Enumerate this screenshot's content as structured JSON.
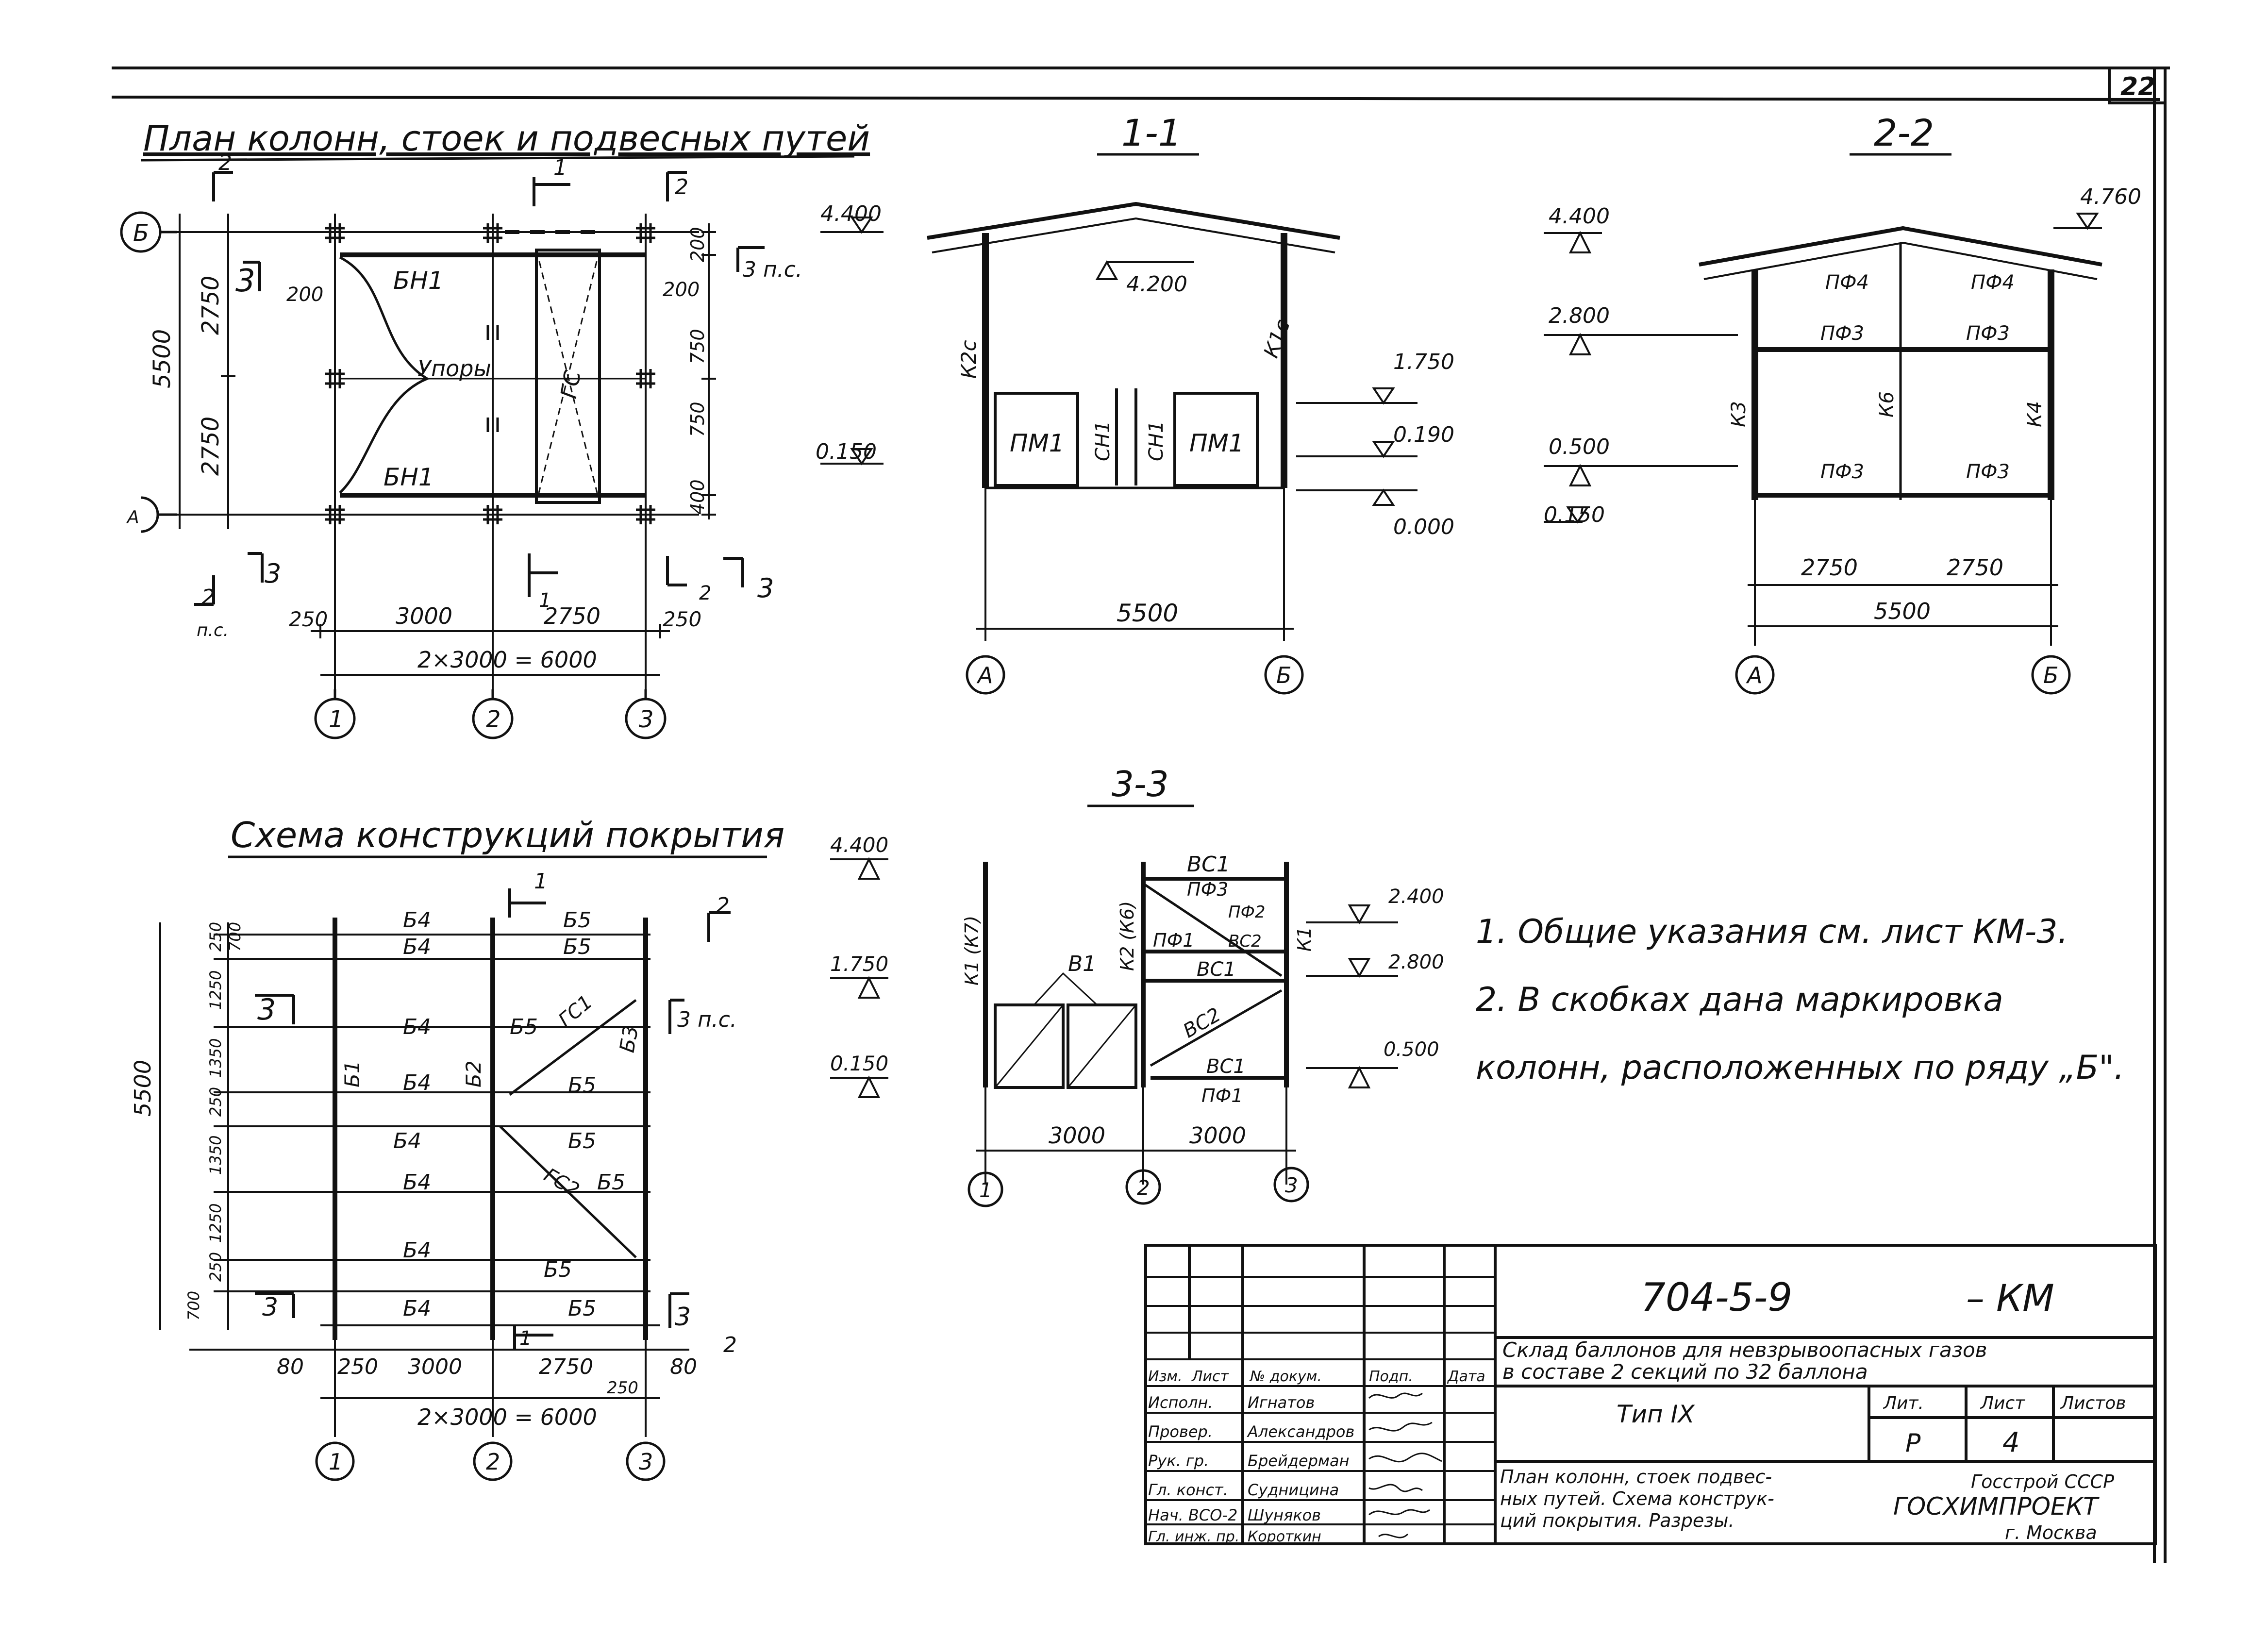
{
  "sheet": {
    "number": "22",
    "doc_code": "704-5-9",
    "doc_suffix": "– КМ",
    "project_line_1": "Склад баллонов для невзрывоопасных газов",
    "project_line_2": "в составе 2 секций по 32 баллона",
    "type": "Тип IX",
    "stage_label": "Лит.",
    "sheet_label": "Лист",
    "sheets_label": "Листов",
    "stage": "Р",
    "sheet_no": "4",
    "title_lines": [
      "План колонн, стоек подвес-",
      "ных путей. Схема конструк-",
      "ций покрытия. Разрезы."
    ],
    "org_line_1": "Госстрой СССР",
    "org_line_2": "ГОСХИМПРОЕКТ",
    "org_line_3": "г. Москва",
    "stamp_headers": [
      "Изм.",
      "Лист",
      "№ докум.",
      "Подп.",
      "Дата"
    ],
    "signatures": [
      {
        "role": "Исполн.",
        "name": "Игнатов"
      },
      {
        "role": "Провер.",
        "name": "Александров"
      },
      {
        "role": "Рук. гр.",
        "name": "Брейдерман"
      },
      {
        "role": "Гл. конст.",
        "name": "Судницина"
      },
      {
        "role": "Нач. ВСО-2",
        "name": "Шуняков"
      },
      {
        "role": "Гл. инж. пр.",
        "name": "Короткин"
      }
    ]
  },
  "plan": {
    "title": "План колонн, стоек и подвесных путей",
    "dims_left": [
      "5500",
      "2750",
      "2750"
    ],
    "dims_right": [
      "200",
      "750",
      "750",
      "400"
    ],
    "dims_bottom": [
      "250",
      "3000",
      "2750",
      "250"
    ],
    "dim_total": "2×3000 = 6000",
    "beam_top": "БН1",
    "beam_bottom": "БН1",
    "stops_label": "Упоры",
    "brace_label": "ГС",
    "side_left": "200",
    "side_right": "200",
    "axes_bottom": [
      "1",
      "2",
      "3"
    ],
    "axes_left": [
      "Б",
      "А"
    ],
    "section_marks": [
      "2",
      "1",
      "2",
      "3",
      "3 п.с.",
      "3",
      "2",
      "1",
      "2",
      "3"
    ],
    "section_note": "п.с."
  },
  "section_11": {
    "title": "1-1",
    "levels": [
      "4.400",
      "4.200",
      "1.750",
      "0.190",
      "0.000",
      "0.150"
    ],
    "col_left": "К2с",
    "col_right": "К1с",
    "panels": [
      "ПМ1",
      "ПМ1"
    ],
    "studs": [
      "СН1",
      "СН1"
    ],
    "dim": "5500",
    "axes": [
      "А",
      "Б"
    ]
  },
  "section_22": {
    "title": "2-2",
    "levels": [
      "4.400",
      "4.760",
      "2.800",
      "0.500",
      "0.150"
    ],
    "members": [
      "ПФ4",
      "ПФ4",
      "ПФ3",
      "ПФ3",
      "ПФ3",
      "ПФ3"
    ],
    "cols": [
      "К3",
      "К6",
      "К4"
    ],
    "dims": [
      "2750",
      "2750",
      "5500"
    ],
    "axes": [
      "А",
      "Б"
    ]
  },
  "roof": {
    "title": "Схема конструкций покрытия",
    "beams_left": [
      "Б4",
      "Б4",
      "Б4",
      "Б4",
      "Б4",
      "Б4",
      "Б4",
      "Б4"
    ],
    "beams_right": [
      "Б5",
      "Б5",
      "Б5",
      "Б5",
      "Б5",
      "Б5",
      "Б5",
      "Б5"
    ],
    "girders": [
      "Б1",
      "Б2",
      "Б3"
    ],
    "braces": [
      "ГС1",
      "ГС2"
    ],
    "dims_left": [
      "5500",
      "250",
      "700",
      "1250",
      "1350",
      "250",
      "1350",
      "1250",
      "250",
      "700"
    ],
    "dims_bottom": [
      "80",
      "250",
      "3000",
      "2750",
      "250",
      "80"
    ],
    "dim_total": "2×3000 = 6000",
    "axes_bottom": [
      "1",
      "2",
      "3"
    ],
    "marks": [
      "1",
      "2",
      "3",
      "3 п.с.",
      "3",
      "1",
      "3",
      "2"
    ]
  },
  "section_33": {
    "title": "3-3",
    "levels": [
      "4.400",
      "1.750",
      "0.150",
      "2.400",
      "2.800",
      "0.500"
    ],
    "cols": [
      "К1 (К7)",
      "К2 (К6)",
      "К1"
    ],
    "members": [
      "ВС1",
      "ПФ3",
      "ПФ2",
      "ПФ1",
      "ВС1",
      "ВС2",
      "ВС1",
      "ПФ1",
      "В1",
      "ВС2"
    ],
    "dims": [
      "3000",
      "3000"
    ],
    "axes": [
      "1",
      "2",
      "3"
    ]
  },
  "notes": [
    "1. Общие указания см. лист КМ-3.",
    "2. В скобках дана маркировка",
    "колонн, расположенных по ряду „Б\"."
  ]
}
